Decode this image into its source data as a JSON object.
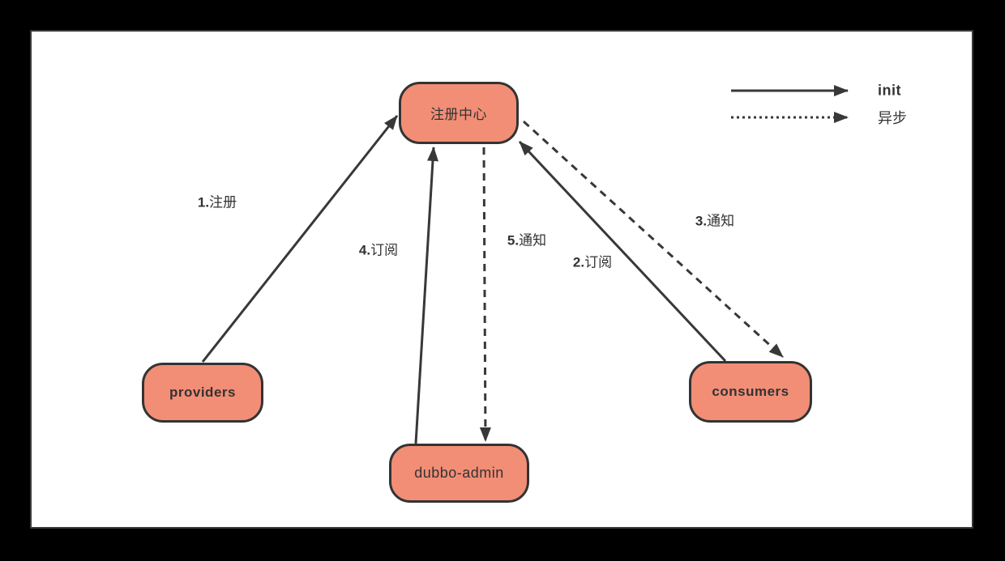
{
  "diagram": {
    "nodes": {
      "registry": "注册中心",
      "providers": "providers",
      "dubbo_admin": "dubbo-admin",
      "consumers": "consumers"
    },
    "edges": {
      "register": {
        "num": "1.",
        "label": "注册"
      },
      "subscribe_consumer": {
        "num": "2.",
        "label": "订阅"
      },
      "notify_consumer": {
        "num": "3.",
        "label": "通知"
      },
      "subscribe_admin": {
        "num": "4.",
        "label": "订阅"
      },
      "notify_admin": {
        "num": "5.",
        "label": "通知"
      }
    },
    "legend": {
      "solid": "init",
      "dashed": "异步"
    },
    "colors": {
      "node_fill": "#f28e76",
      "node_border": "#333333",
      "arrow": "#383838",
      "text": "#333333",
      "canvas": "#ffffff",
      "background": "#000000"
    }
  }
}
